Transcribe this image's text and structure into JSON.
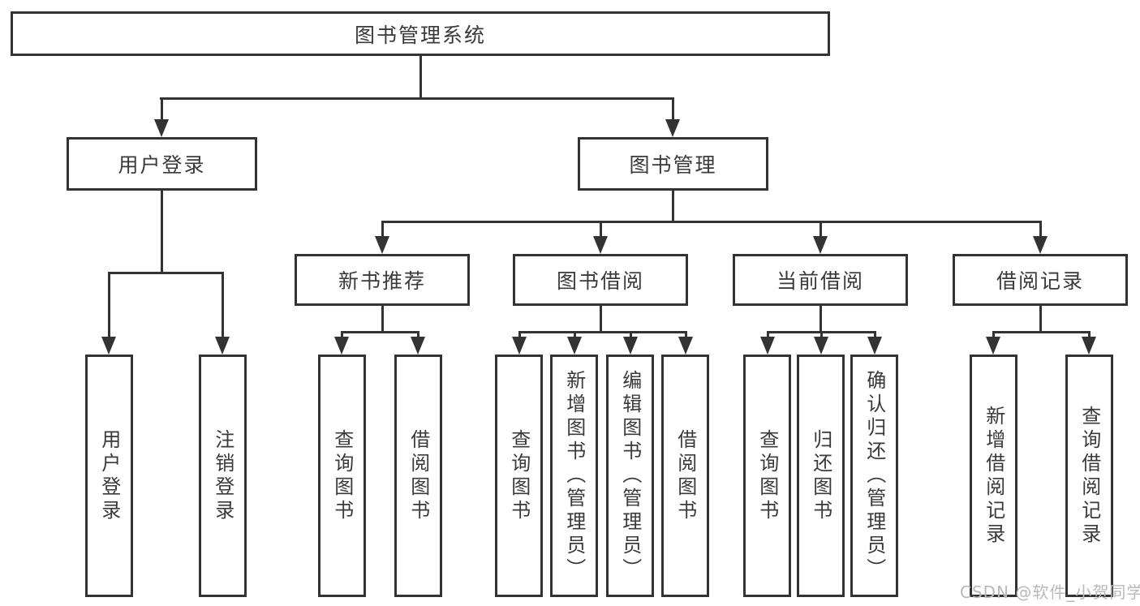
{
  "diagram": {
    "watermark": "CSDN @软件_小贺同学",
    "colors": {
      "line": "#333333",
      "text": "#3a3a3a",
      "watermark": "#b9b9b9",
      "background": "#ffffff"
    },
    "tree": {
      "root": {
        "label": "图书管理系统"
      },
      "branches": [
        {
          "label": "用户登录",
          "children": [
            {
              "label": "用户登录"
            },
            {
              "label": "注销登录"
            }
          ]
        },
        {
          "label": "图书管理",
          "children": [
            {
              "label": "新书推荐",
              "children": [
                {
                  "label": "查询图书"
                },
                {
                  "label": "借阅图书"
                }
              ]
            },
            {
              "label": "图书借阅",
              "children": [
                {
                  "label": "查询图书"
                },
                {
                  "label": "新增图书（管理员）"
                },
                {
                  "label": "编辑图书（管理员）"
                },
                {
                  "label": "借阅图书"
                }
              ]
            },
            {
              "label": "当前借阅",
              "children": [
                {
                  "label": "查询图书"
                },
                {
                  "label": "归还图书"
                },
                {
                  "label": "确认归还（管理员）"
                }
              ]
            },
            {
              "label": "借阅记录",
              "children": [
                {
                  "label": "新增借阅记录"
                },
                {
                  "label": "查询借阅记录"
                }
              ]
            }
          ]
        }
      ]
    }
  }
}
